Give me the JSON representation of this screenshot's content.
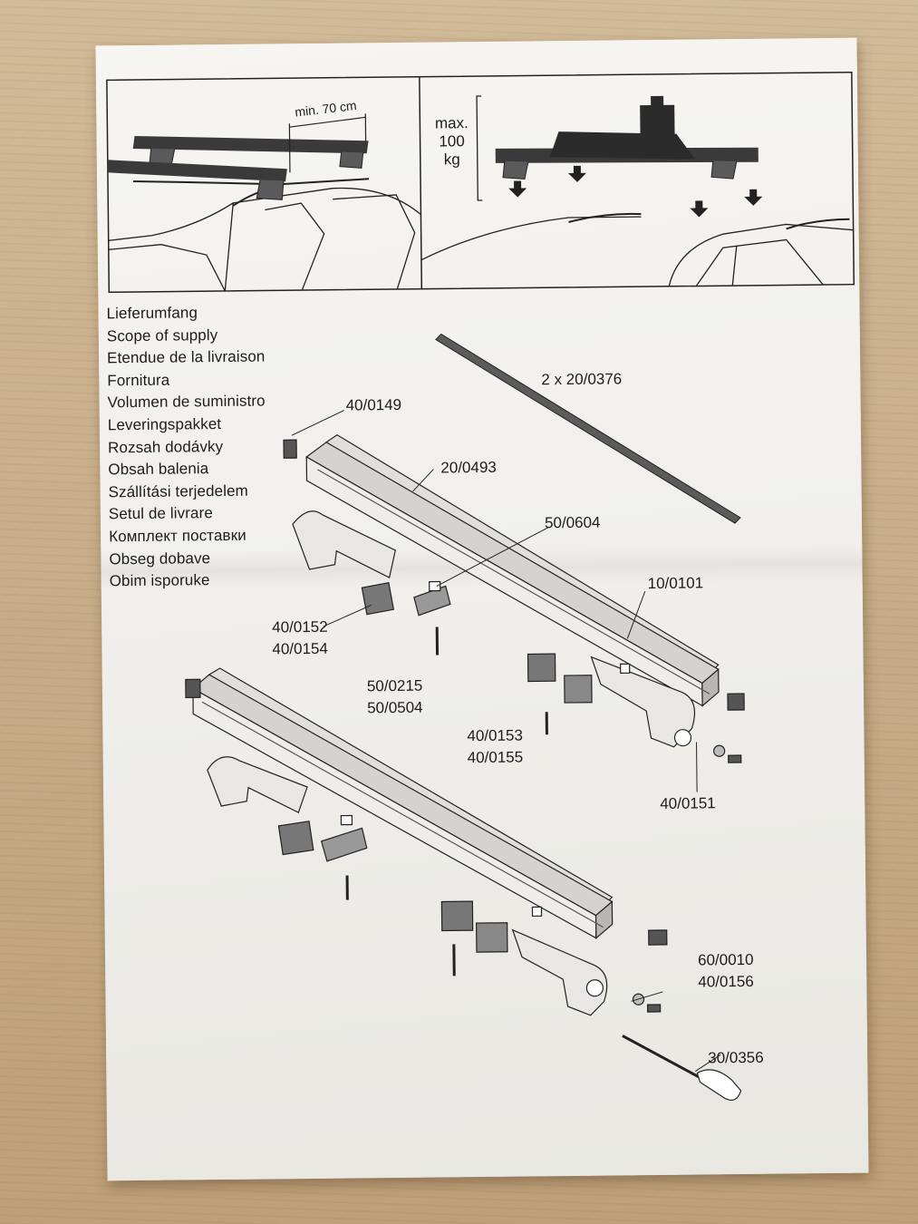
{
  "panel_left": {
    "dimension_label": "min. 70 cm"
  },
  "panel_right": {
    "load_lines": [
      "max.",
      "100",
      "kg"
    ]
  },
  "scope_of_supply": [
    "Lieferumfang",
    "Scope of supply",
    "Etendue de la livraison",
    "Fornitura",
    "Volumen de suministro",
    "Leveringspakket",
    "Rozsah dodávky",
    "Obsah balenia",
    "Szállítási terjedelem",
    "Setul de livrare",
    "Комплект поставки",
    "Obseg dobave",
    "Obim isporuke"
  ],
  "parts": {
    "p2x200376": "2 x 20/0376",
    "p400149": "40/0149",
    "p200493": "20/0493",
    "p500604": "50/0604",
    "p100101": "10/0101",
    "p400152": "40/0152",
    "p400154": "40/0154",
    "p500215": "50/0215",
    "p500504": "50/0504",
    "p400153": "40/0153",
    "p400155": "40/0155",
    "p400151": "40/0151",
    "p600010": "60/0010",
    "p400156": "40/0156",
    "p300356": "30/0356"
  }
}
